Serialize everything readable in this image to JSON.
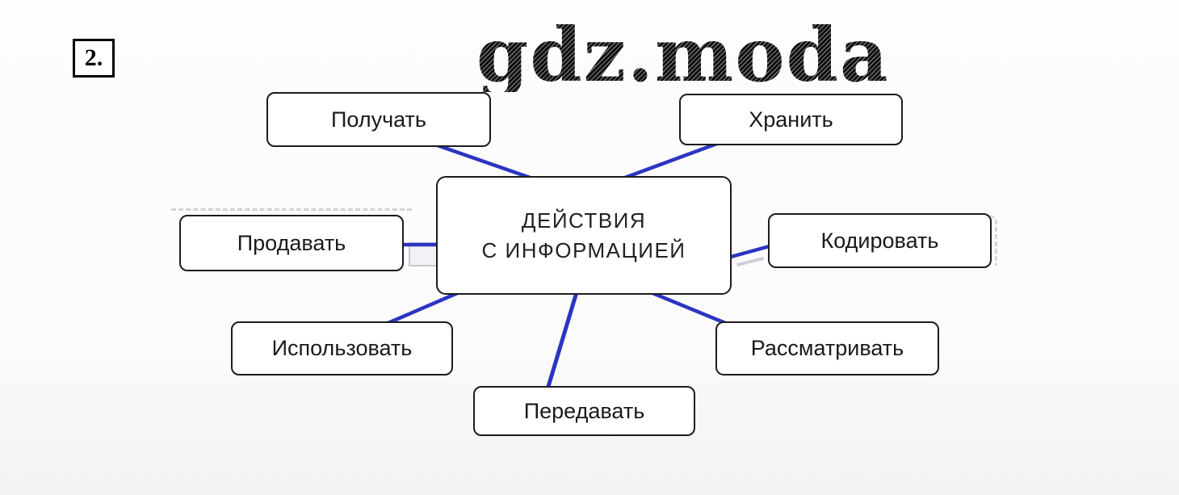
{
  "page": {
    "exercise_number": "2.",
    "watermark": "gdz.moda"
  },
  "diagram": {
    "accent_color": "#2b35c0",
    "center_node": {
      "line1": "ДЕЙСТВИЯ",
      "line2": "С ИНФОРМАЦИЕЙ"
    },
    "nodes": [
      {
        "label": "Получать"
      },
      {
        "label": "Хранить"
      },
      {
        "label": "Продавать"
      },
      {
        "label": "Кодировать"
      },
      {
        "label": "Использовать"
      },
      {
        "label": "Рассматривать"
      },
      {
        "label": "Передавать"
      }
    ]
  }
}
